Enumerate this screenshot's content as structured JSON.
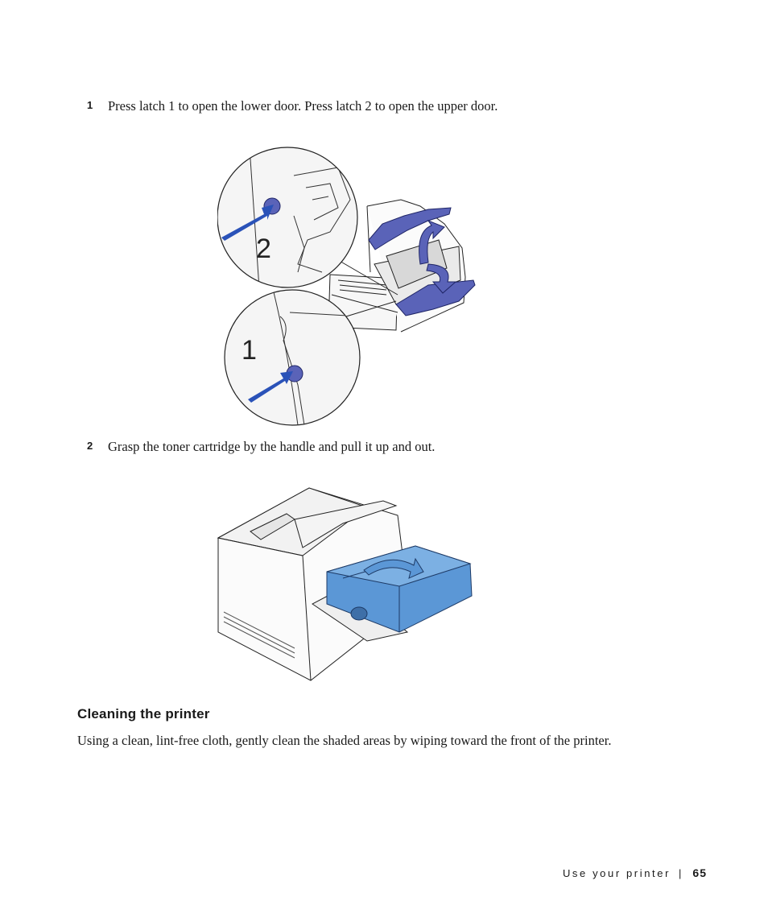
{
  "steps": [
    {
      "number": "1",
      "text": "Press latch 1 to open the lower door. Press latch 2 to open the upper door."
    },
    {
      "number": "2",
      "text": "Grasp the toner cartridge by the handle and pull it up and out."
    }
  ],
  "figure1": {
    "callout_upper": "2",
    "callout_lower": "1"
  },
  "section": {
    "heading": "Cleaning the printer",
    "body": "Using a clean, lint-free cloth, gently clean the shaded areas by wiping toward the front of the printer."
  },
  "footer": {
    "label": "Use your printer",
    "separator": "|",
    "page_number": "65"
  },
  "colors": {
    "accent_blue": "#2a52b8",
    "latch_blue": "#5a63b8",
    "cartridge_blue": "#5b97d6"
  }
}
